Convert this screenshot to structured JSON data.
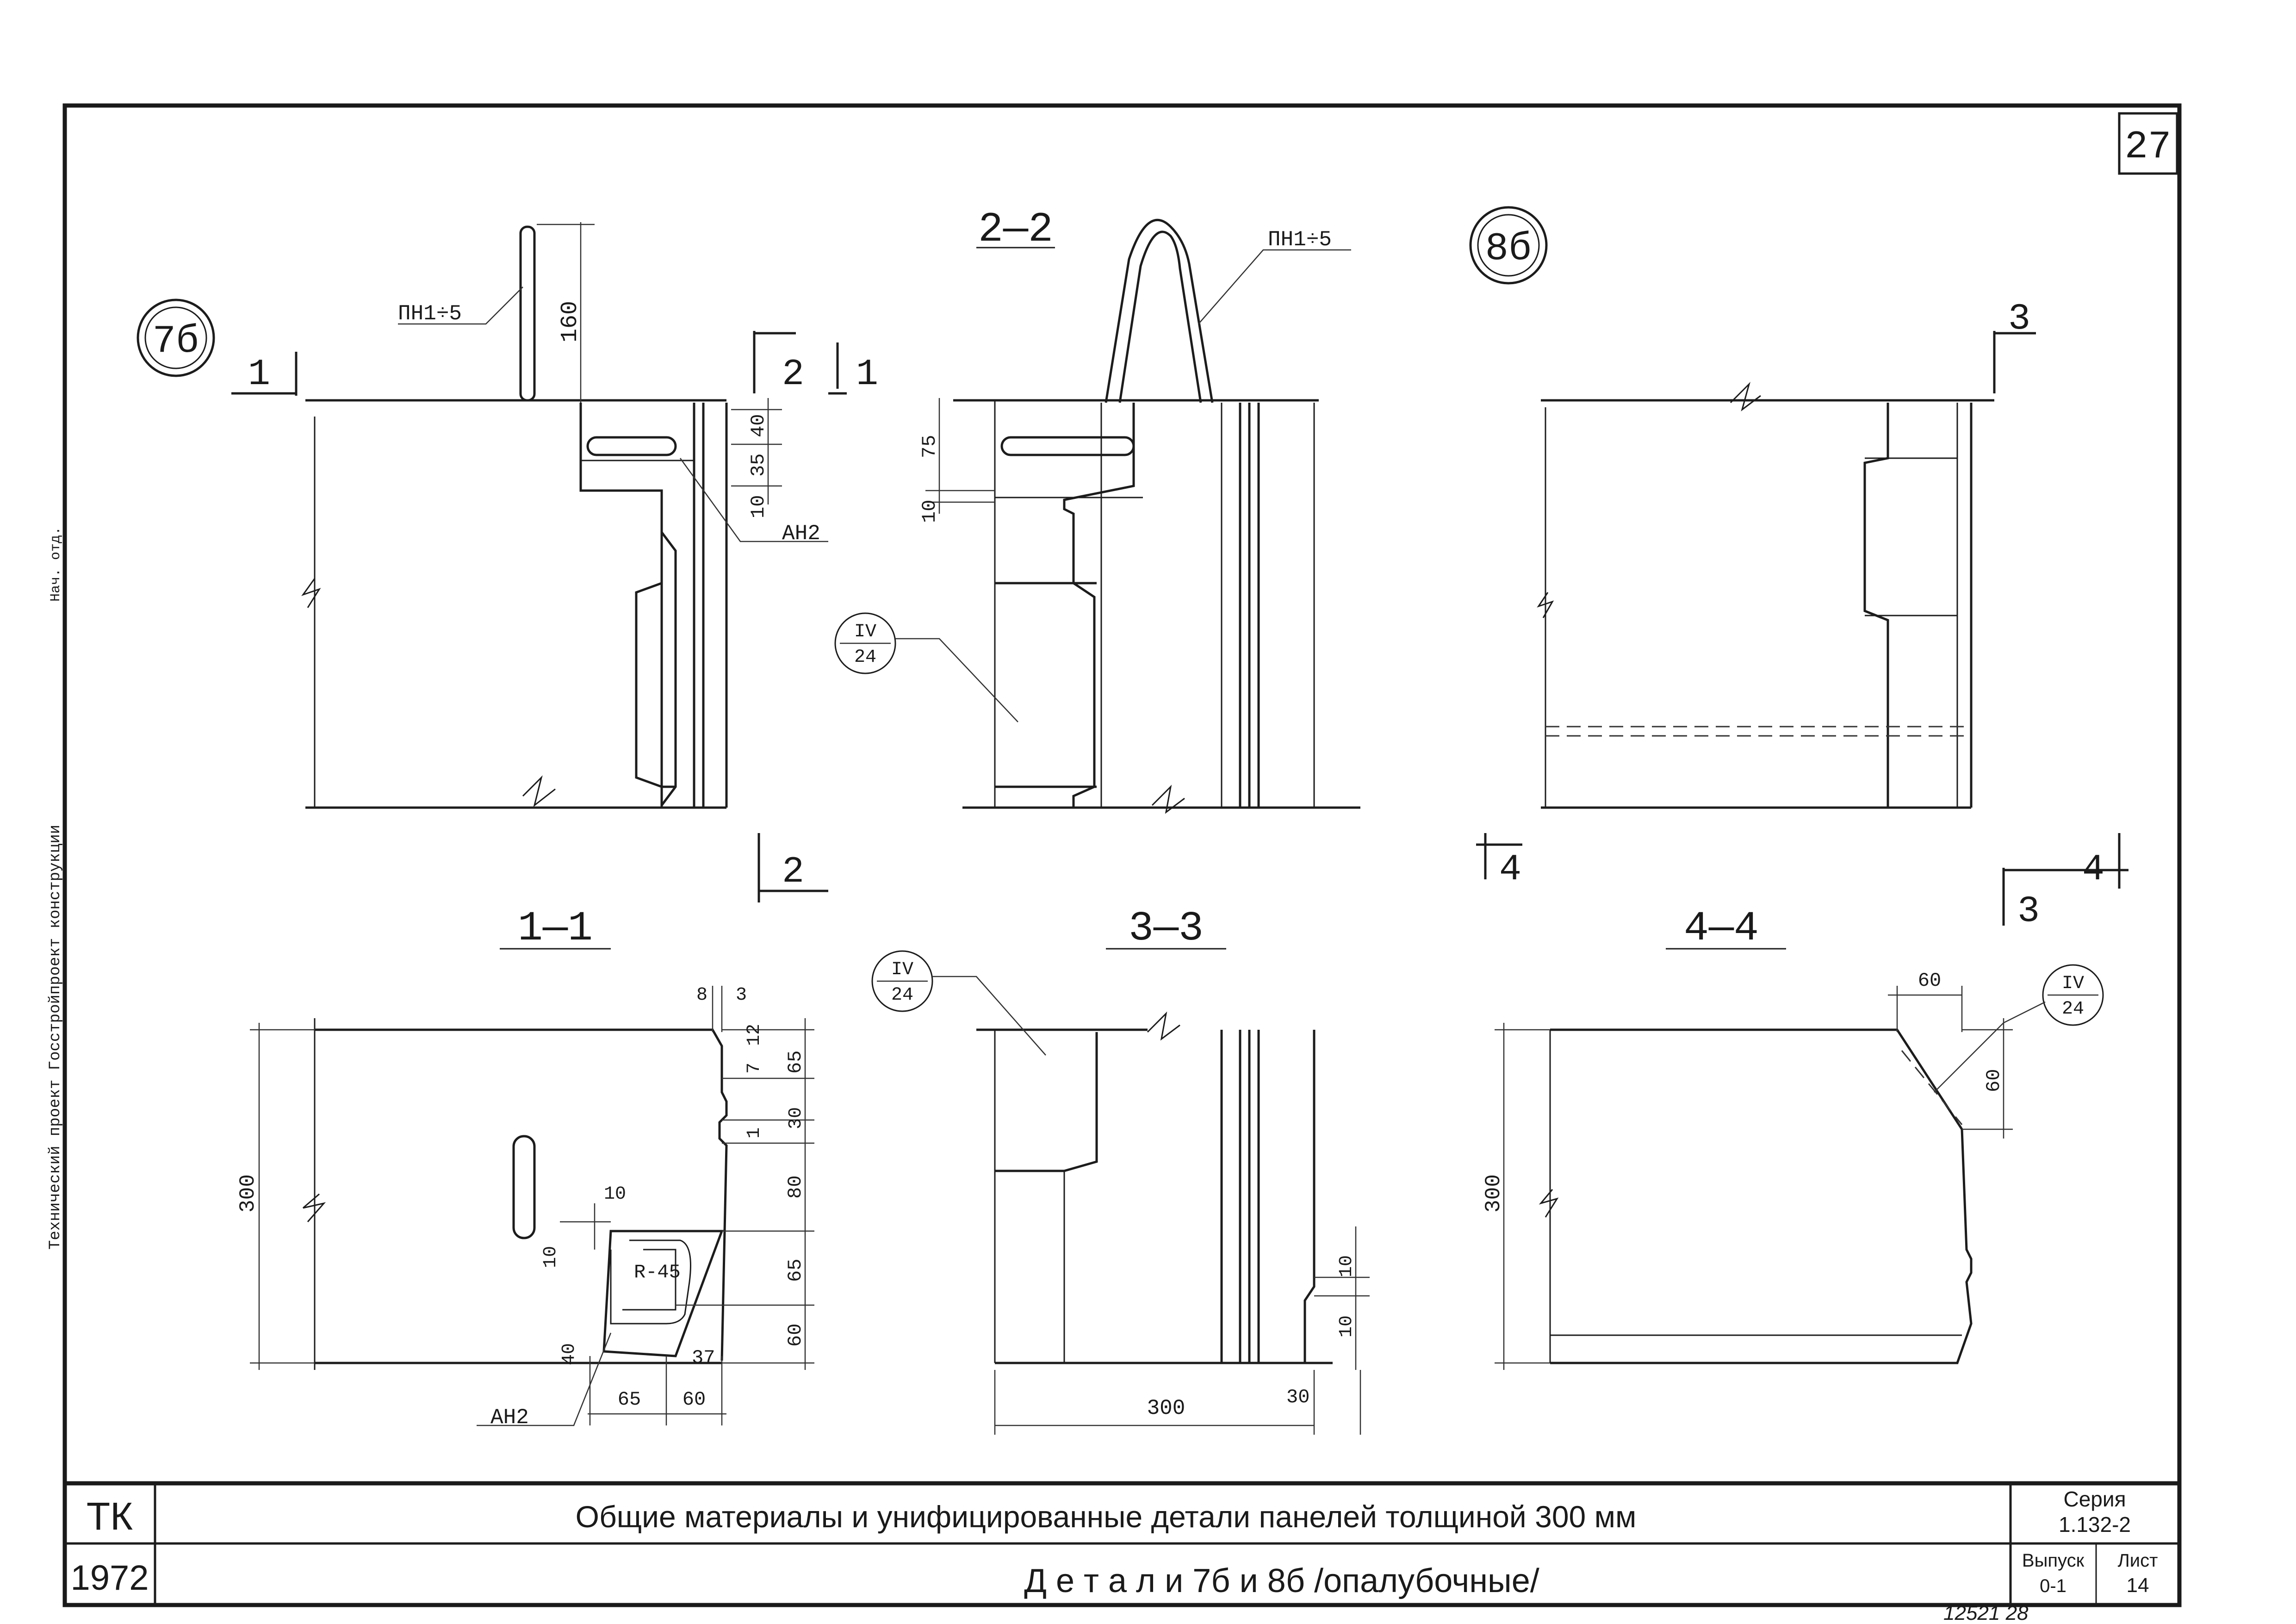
{
  "sheet": {
    "page_number": "27",
    "left_margin_text": "Технический проект Госстройпроект конструкции",
    "left_margin_sign": "Нач. отд."
  },
  "details": {
    "d7b": "7б",
    "d8b": "8б"
  },
  "sections": {
    "s1": "1—1",
    "s2": "2—2",
    "s3": "3—3",
    "s4": "4—4"
  },
  "cut_marks": {
    "m1a": "1",
    "m1b": "1",
    "m2a": "2",
    "m2b": "2",
    "m3a": "3",
    "m3b": "3",
    "m4a": "4",
    "m4b": "4"
  },
  "callouts": {
    "pn_a": "ПН1÷5",
    "pn_b": "ПН1÷5",
    "an_a": "АН2",
    "an_b": "АН2",
    "ref_a_top": "IV",
    "ref_a_bot": "24",
    "ref_b_top": "IV",
    "ref_b_bot": "24",
    "ref_c_top": "IV",
    "ref_c_bot": "24"
  },
  "dimensions": {
    "d160": "160",
    "d40": "40",
    "d35": "35",
    "d10a": "10",
    "d75": "75",
    "d10b": "10",
    "d8": "8",
    "d3": "3",
    "d7": "7",
    "d12": "12",
    "d65a": "65",
    "d30a": "30",
    "d1": "1",
    "d80": "80",
    "d65b": "65",
    "d60a": "60",
    "d300a": "300",
    "d10c": "10",
    "d10d": "10",
    "d40b": "40",
    "r45": "R-45",
    "d65c": "65",
    "d60b": "60",
    "d37": "37",
    "d300b": "300",
    "d30b": "30",
    "d10e": "10",
    "d10f": "10",
    "d60c": "60",
    "d60d": "60",
    "d300c": "300"
  },
  "title_block": {
    "org": "ТК",
    "year": "1972",
    "title_line1": "Общие материалы и унифицированные детали панелей толщиной 300 мм",
    "title_line2": "Д е т а л и   7б и 8б /опалубочные/",
    "series_label": "Серия",
    "series_value": "1.132-2",
    "issue_label": "Выпуск",
    "issue_value": "0-1",
    "sheet_label": "Лист",
    "sheet_value": "14",
    "stamp": "12521  28"
  }
}
